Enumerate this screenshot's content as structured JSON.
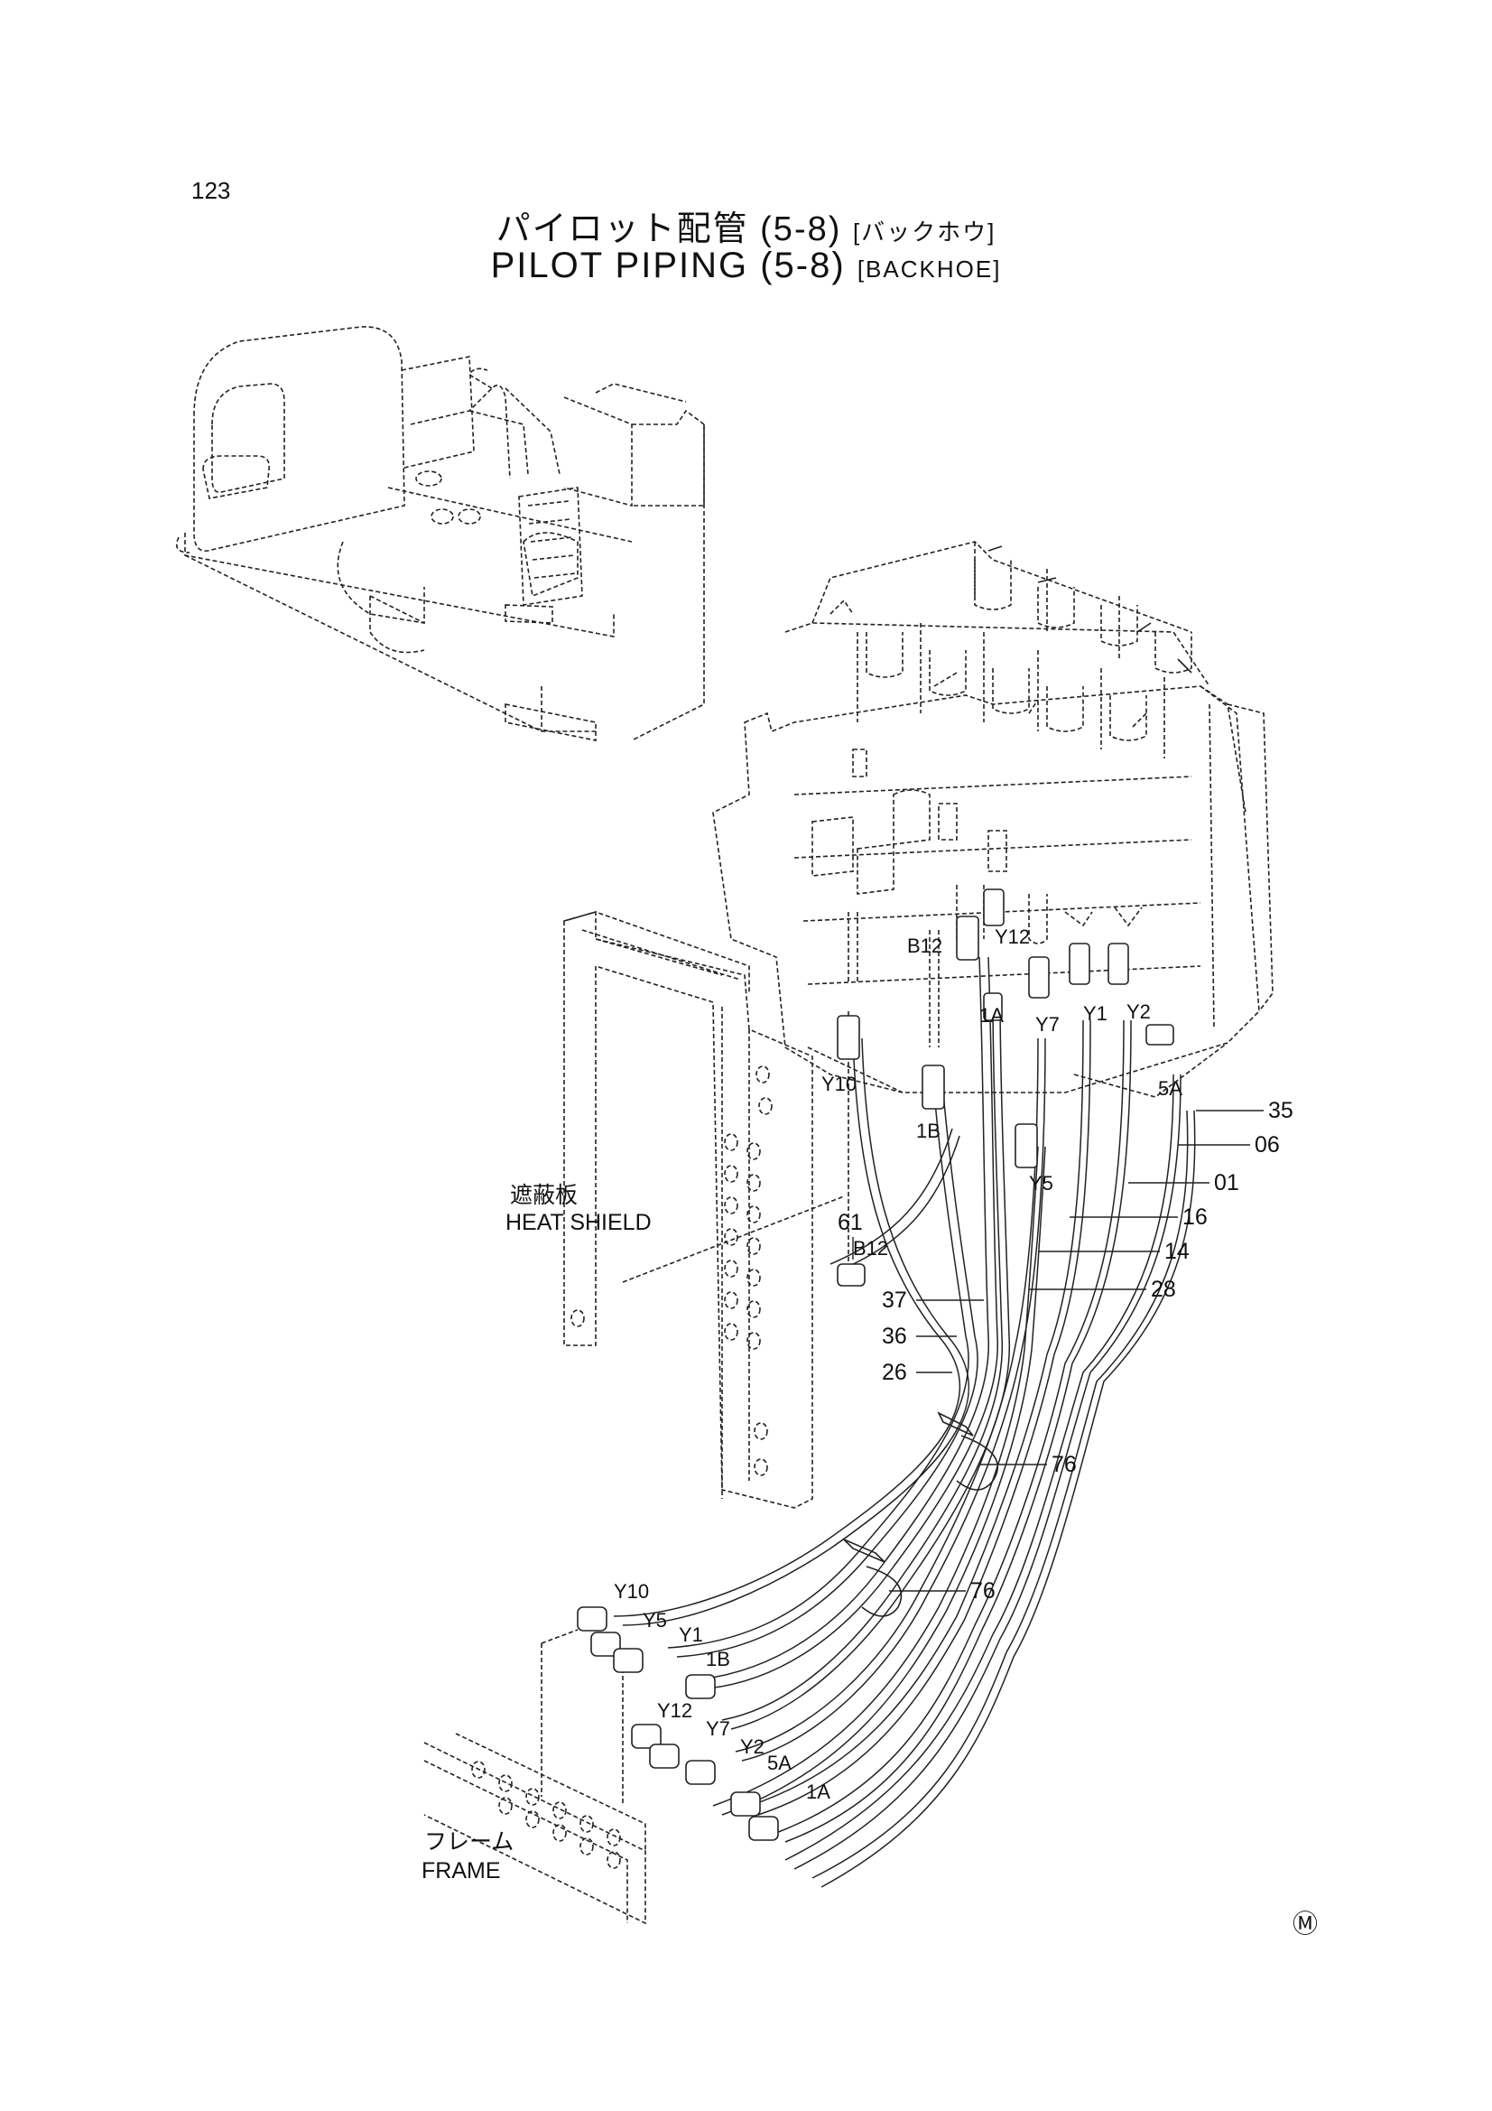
{
  "page_number": "123",
  "title": {
    "jp_main": "パイロット配管 (5-8)",
    "jp_tag": "[バックホウ]",
    "en_main": "PILOT PIPING (5-8)",
    "en_tag": "[BACKHOE]"
  },
  "labels": {
    "heat_shield_jp": "遮蔽板",
    "heat_shield_en": "HEAT SHIELD",
    "frame_jp": "フレーム",
    "frame_en": "FRAME"
  },
  "part_numbers": {
    "p35": "35",
    "p06": "06",
    "p01": "01",
    "p16": "16",
    "p14": "14",
    "p28": "28",
    "p37": "37",
    "p36": "36",
    "p26": "26",
    "p61": "61",
    "p76a": "76",
    "p76b": "76"
  },
  "port_labels_valve": {
    "b12": "B12",
    "y12": "Y12",
    "a1": "1A",
    "y7": "Y7",
    "y1": "Y1",
    "y2": "Y2",
    "a5": "5A",
    "y10": "Y10",
    "b1": "1B",
    "y5": "Y5",
    "b12_shield": "B12"
  },
  "port_labels_frame": {
    "y10": "Y10",
    "y5": "Y5",
    "y1": "Y1",
    "b1": "1B",
    "y12": "Y12",
    "y7": "Y7",
    "y2": "Y2",
    "a5": "5A",
    "a1": "1A"
  },
  "footer_mark": "Ⓜ"
}
